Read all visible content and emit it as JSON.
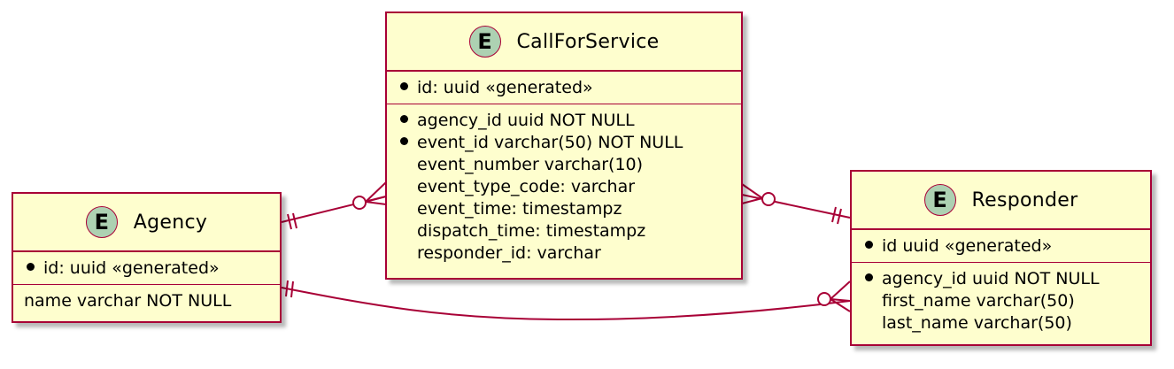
{
  "entities": {
    "agency": {
      "name": "Agency",
      "badge": "E",
      "pk_fields": [
        {
          "key": true,
          "text": "id: uuid «generated»"
        }
      ],
      "fields": [
        {
          "key": false,
          "text": "name varchar NOT NULL"
        }
      ]
    },
    "call_for_service": {
      "name": "CallForService",
      "badge": "E",
      "pk_fields": [
        {
          "key": true,
          "text": "id: uuid «generated»"
        }
      ],
      "fields": [
        {
          "key": true,
          "text": "agency_id uuid NOT NULL"
        },
        {
          "key": true,
          "text": "event_id varchar(50) NOT NULL"
        },
        {
          "key": false,
          "text": "event_number varchar(10)"
        },
        {
          "key": false,
          "text": "event_type_code: varchar"
        },
        {
          "key": false,
          "text": "event_time: timestampz"
        },
        {
          "key": false,
          "text": "dispatch_time: timestampz"
        },
        {
          "key": false,
          "text": "responder_id: varchar"
        }
      ]
    },
    "responder": {
      "name": "Responder",
      "badge": "E",
      "pk_fields": [
        {
          "key": true,
          "text": "id uuid «generated»"
        }
      ],
      "fields": [
        {
          "key": true,
          "text": "agency_id uuid NOT NULL"
        },
        {
          "key": false,
          "text": "first_name varchar(50)"
        },
        {
          "key": false,
          "text": "last_name varchar(50)"
        }
      ]
    }
  },
  "relationships": [
    {
      "from": "Agency",
      "from_cardinality": "exactly-one",
      "to": "CallForService",
      "to_cardinality": "zero-or-many"
    },
    {
      "from": "CallForService",
      "from_cardinality": "zero-or-many",
      "to": "Responder",
      "to_cardinality": "exactly-one"
    },
    {
      "from": "Agency",
      "from_cardinality": "exactly-one",
      "to": "Responder",
      "to_cardinality": "zero-or-many"
    }
  ],
  "colors": {
    "entity_fill": "#FEFECE",
    "border": "#A80036",
    "badge_fill": "#ADD1B2"
  }
}
